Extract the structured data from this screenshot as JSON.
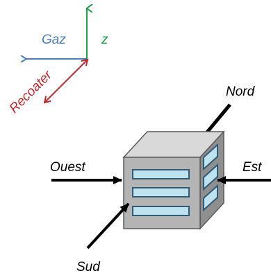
{
  "axes": {
    "gaz_label": "Gaz",
    "z_label": "z",
    "recoater_label": "Recoater",
    "colors": {
      "gaz": "#4a7ebf",
      "z": "#19a34a",
      "recoater": "#c0282a"
    }
  },
  "directions": {
    "nord": "Nord",
    "ouest": "Ouest",
    "est": "Est",
    "sud": "Sud"
  },
  "block": {
    "colors": {
      "front": "#b4b4b4",
      "top": "#d9d9d9",
      "side": "#8f8f8f",
      "slot": "#bfe3ee",
      "edge": "#595959"
    }
  }
}
